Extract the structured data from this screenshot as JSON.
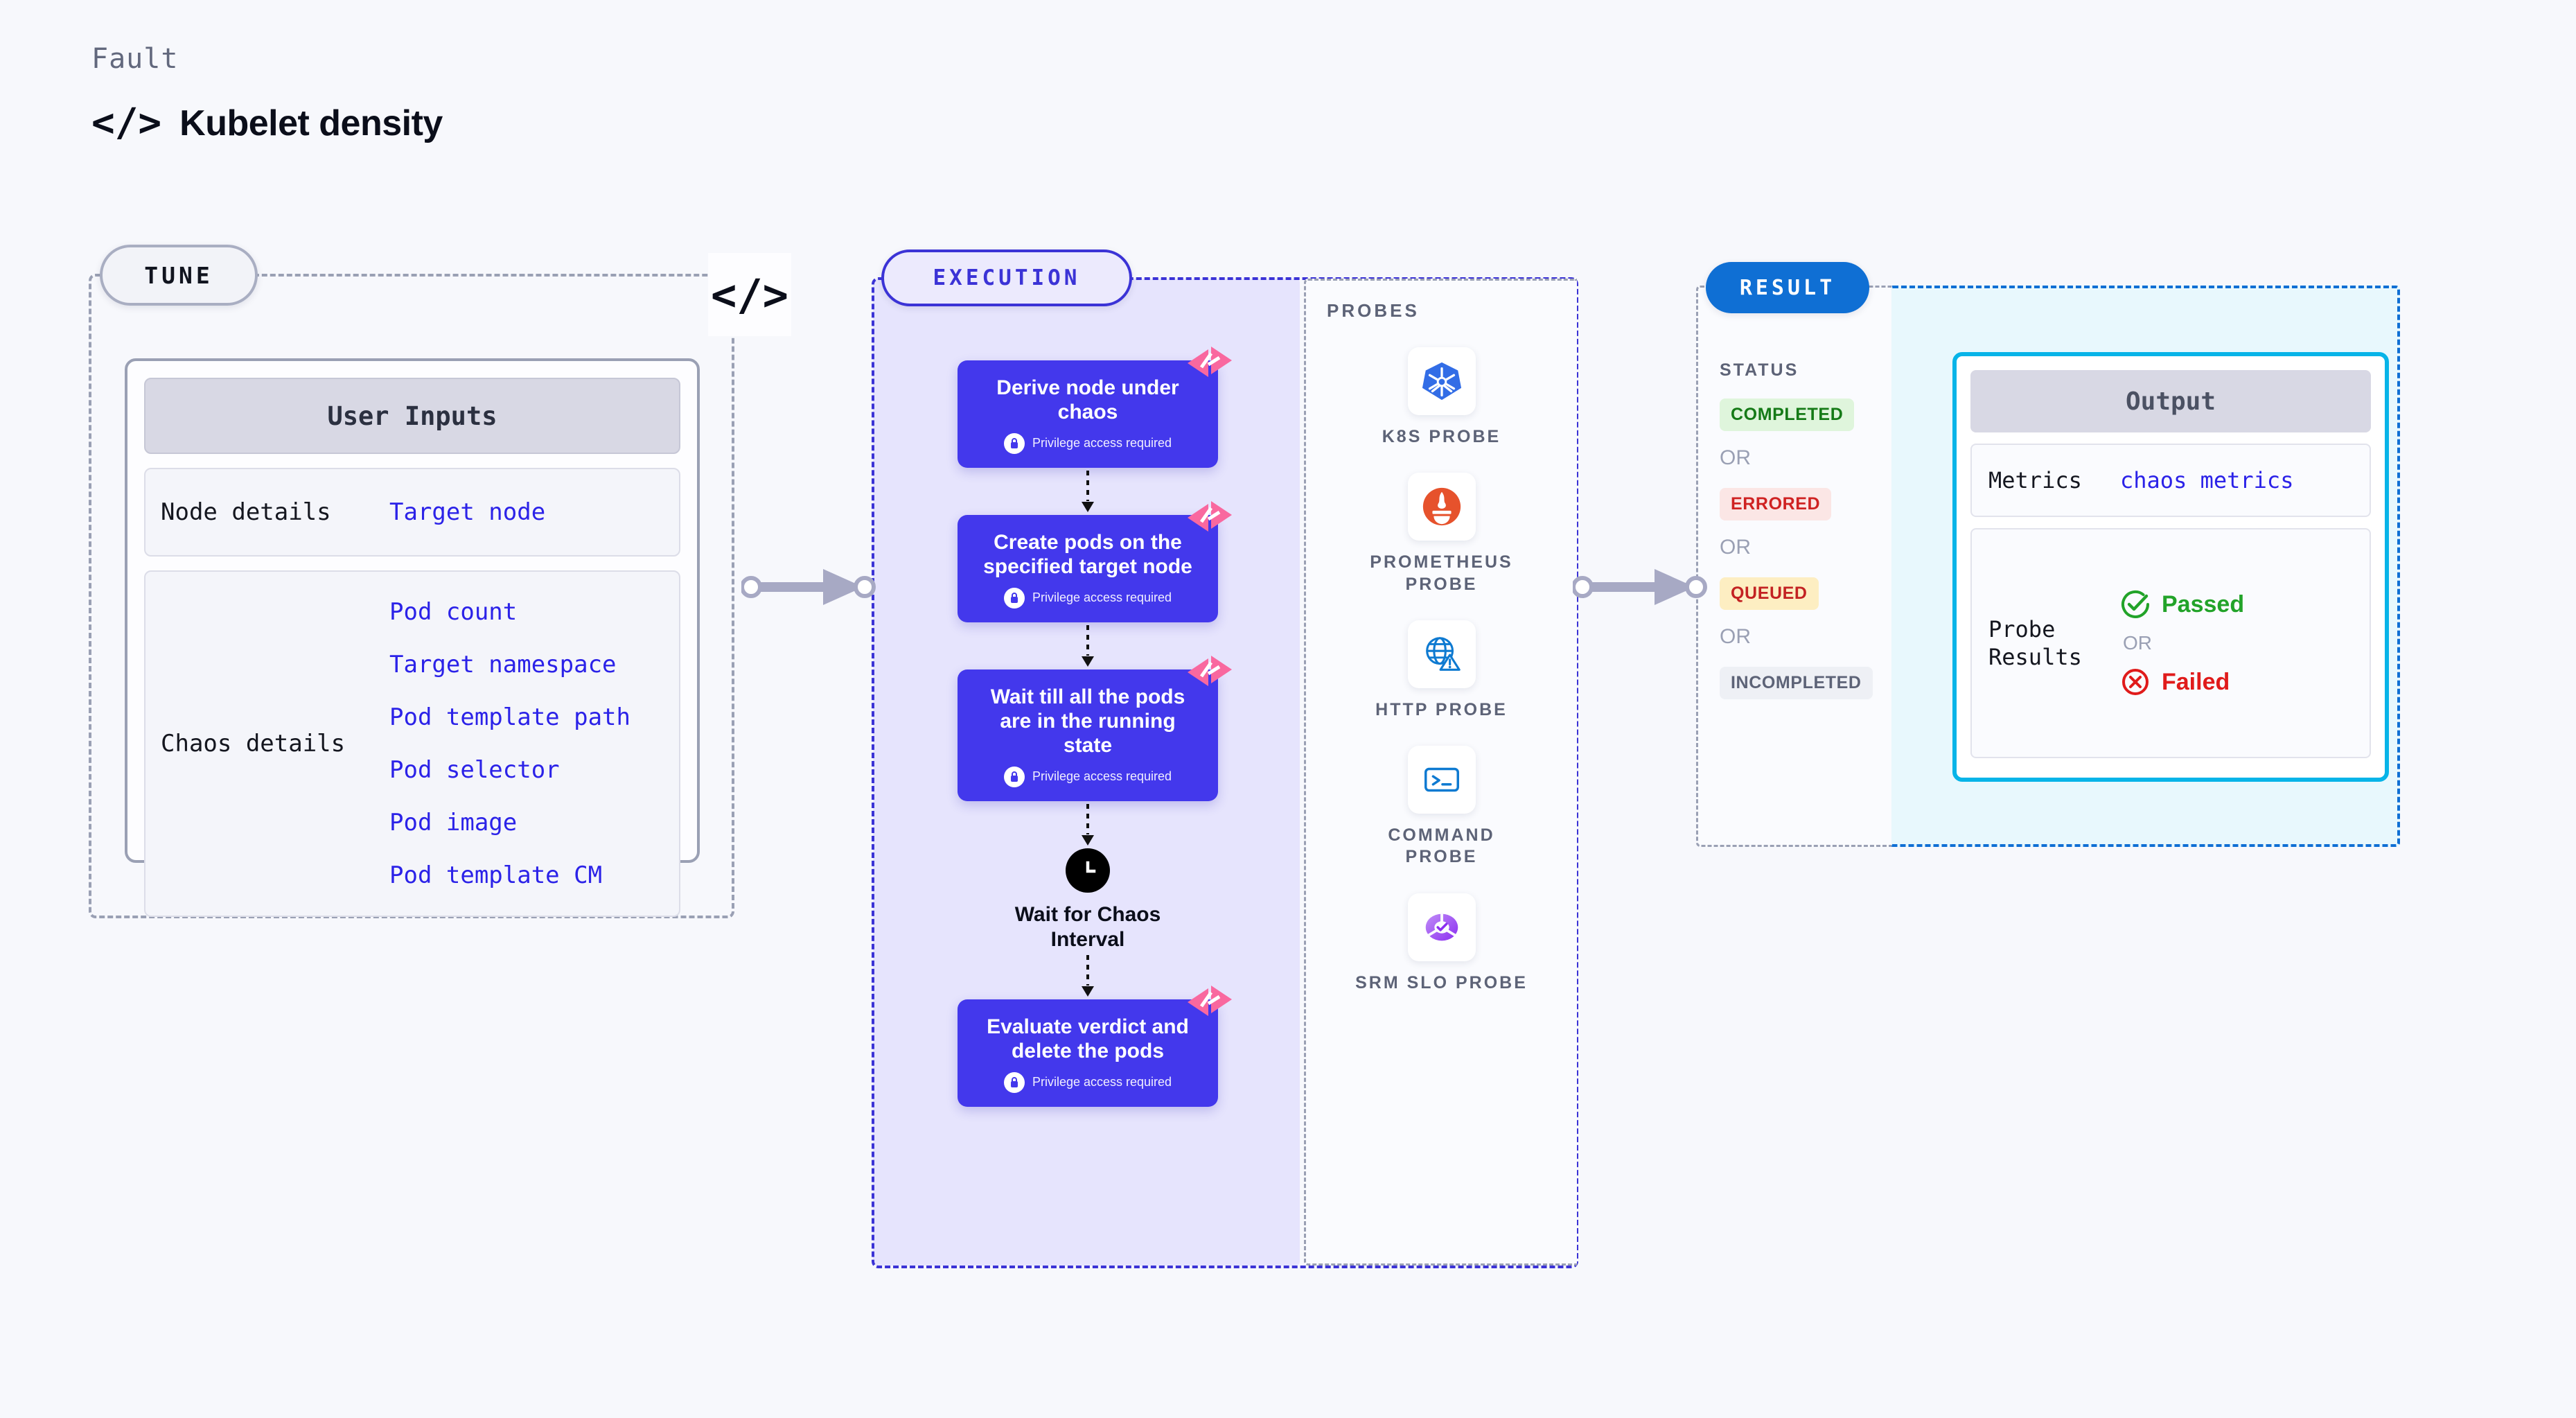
{
  "header": {
    "kicker": "Fault",
    "code_icon": "</>",
    "title": "Kubelet density"
  },
  "mid_code_icon": "</>",
  "tune": {
    "pill_label": "TUNE",
    "card_header": "User Inputs",
    "rows": [
      {
        "label": "Node details",
        "values": [
          "Target node"
        ]
      },
      {
        "label": "Chaos details",
        "values": [
          "Pod count",
          "Target namespace",
          "Pod template path",
          "Pod selector",
          "Pod image",
          "Pod template CM"
        ]
      }
    ]
  },
  "execution": {
    "pill_label": "EXECUTION",
    "privilege_note": "Privilege access required",
    "steps": [
      {
        "title": "Derive node under chaos",
        "privileged": true
      },
      {
        "title": "Create pods on the specified target node",
        "privileged": true
      },
      {
        "title": "Wait till all the pods are in the running state",
        "privileged": true
      }
    ],
    "wait_node": {
      "icon": "clock-icon",
      "label": "Wait for Chaos Interval"
    },
    "final_step": {
      "title": "Evaluate verdict and delete the pods",
      "privileged": true
    }
  },
  "probes": {
    "title": "PROBES",
    "items": [
      {
        "name": "K8S PROBE",
        "icon": "kubernetes-icon"
      },
      {
        "name": "PROMETHEUS PROBE",
        "icon": "prometheus-icon"
      },
      {
        "name": "HTTP PROBE",
        "icon": "http-globe-icon"
      },
      {
        "name": "COMMAND PROBE",
        "icon": "terminal-icon"
      },
      {
        "name": "SRM SLO PROBE",
        "icon": "srm-slo-icon"
      }
    ]
  },
  "result": {
    "pill_label": "RESULT",
    "status_title": "STATUS",
    "or_label": "OR",
    "statuses": [
      {
        "label": "COMPLETED",
        "color": "#157a17",
        "bg": "#dff5dc"
      },
      {
        "label": "ERRORED",
        "color": "#cf2222",
        "bg": "#fbe6e5"
      },
      {
        "label": "QUEUED",
        "color": "#c32222",
        "bg": "#fdeec2"
      },
      {
        "label": "INCOMPLETED",
        "color": "#5d6377",
        "bg": "#eef0f5"
      }
    ],
    "output": {
      "header": "Output",
      "metrics_label": "Metrics",
      "metrics_value": "chaos metrics",
      "probe_results_label": "Probe Results",
      "passed_label": "Passed",
      "failed_label": "Failed",
      "or_label": "OR"
    }
  },
  "colors": {
    "page_bg": "#f7f8fc",
    "execution_accent": "#3b33d6",
    "execution_panel": "#e6e4fd",
    "step_card": "#4338ec",
    "result_accent": "#0f6fd4",
    "output_accent": "#07b4e8",
    "output_panel": "#e8f8fd",
    "link": "#2b22e8",
    "ribbon": "#f9689f"
  }
}
